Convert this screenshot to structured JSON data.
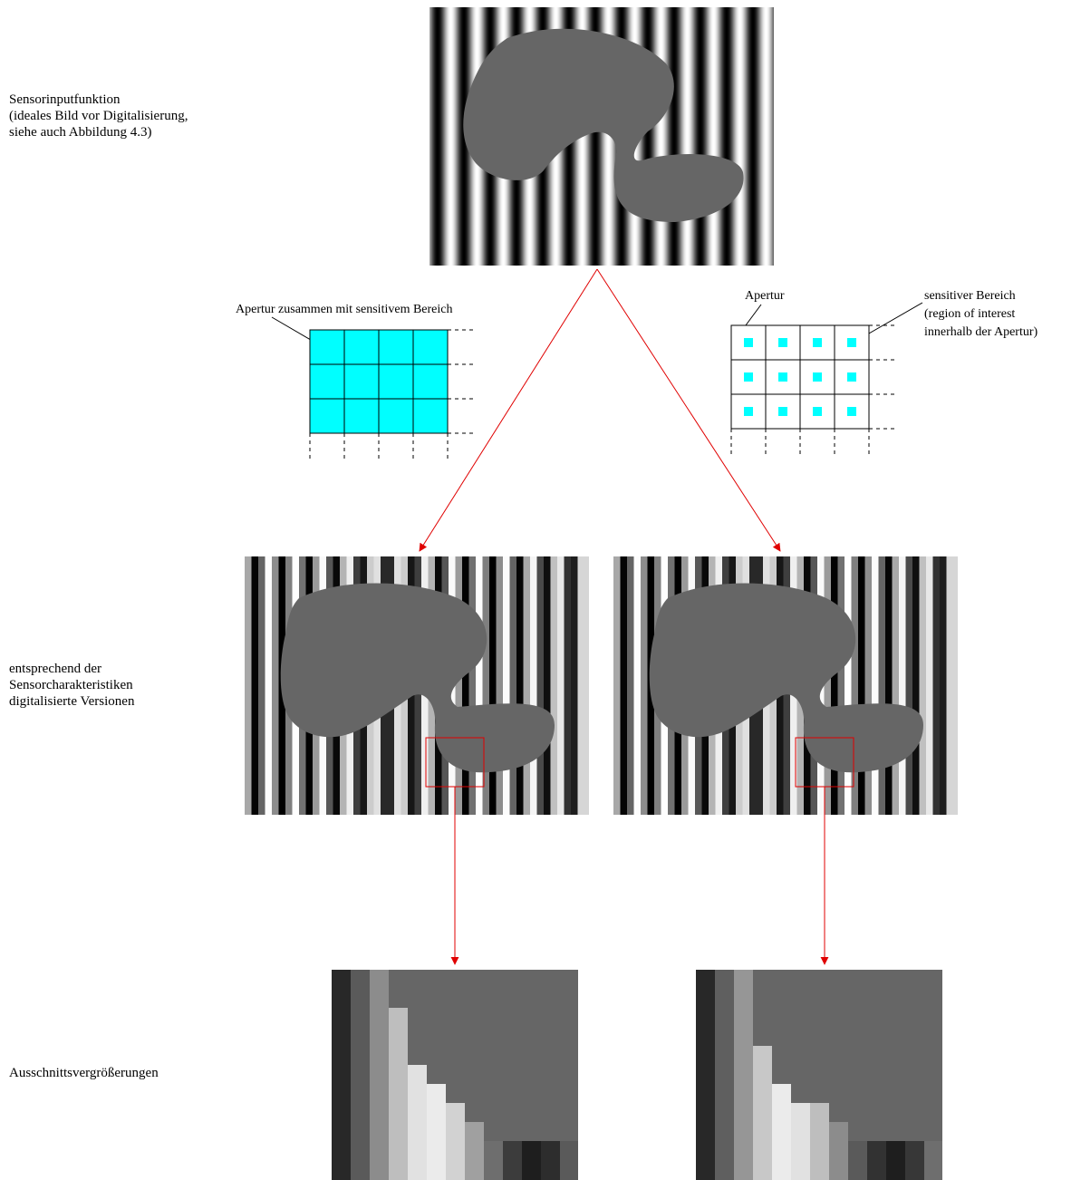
{
  "labels": {
    "sensor_input": [
      "Sensorinputfunktion",
      "(ideales Bild vor Digitalisierung,",
      "siehe auch Abbildung 4.3)"
    ],
    "aperture_with_sensitive": "Apertur zusammen mit sensitivem Bereich",
    "aperture": "Apertur",
    "sensitive_area": [
      "sensitiver Bereich",
      "(region of interest",
      " innerhalb der Apertur)"
    ],
    "digitized": [
      "entsprechend der",
      "Sensorcharakteristiken",
      "digitalisierte Versionen"
    ],
    "zoom": "Ausschnittsvergrößerungen"
  },
  "colors": {
    "arrow": "#e00000",
    "sensitive": "#00ffff",
    "shape_fill": "#666666",
    "grid_line": "#000000"
  },
  "images": {
    "ideal": "continuous vertical sinusoidal stripe pattern with grey blob",
    "digitized_left": "pixelated stripes with grey blob (full aperture sensor)",
    "digitized_right": "pixelated stripes with grey blob (small sensitive area sensor)",
    "zoom_left": "enlarged crop of left digitized image",
    "zoom_right": "enlarged crop of right digitized image"
  }
}
